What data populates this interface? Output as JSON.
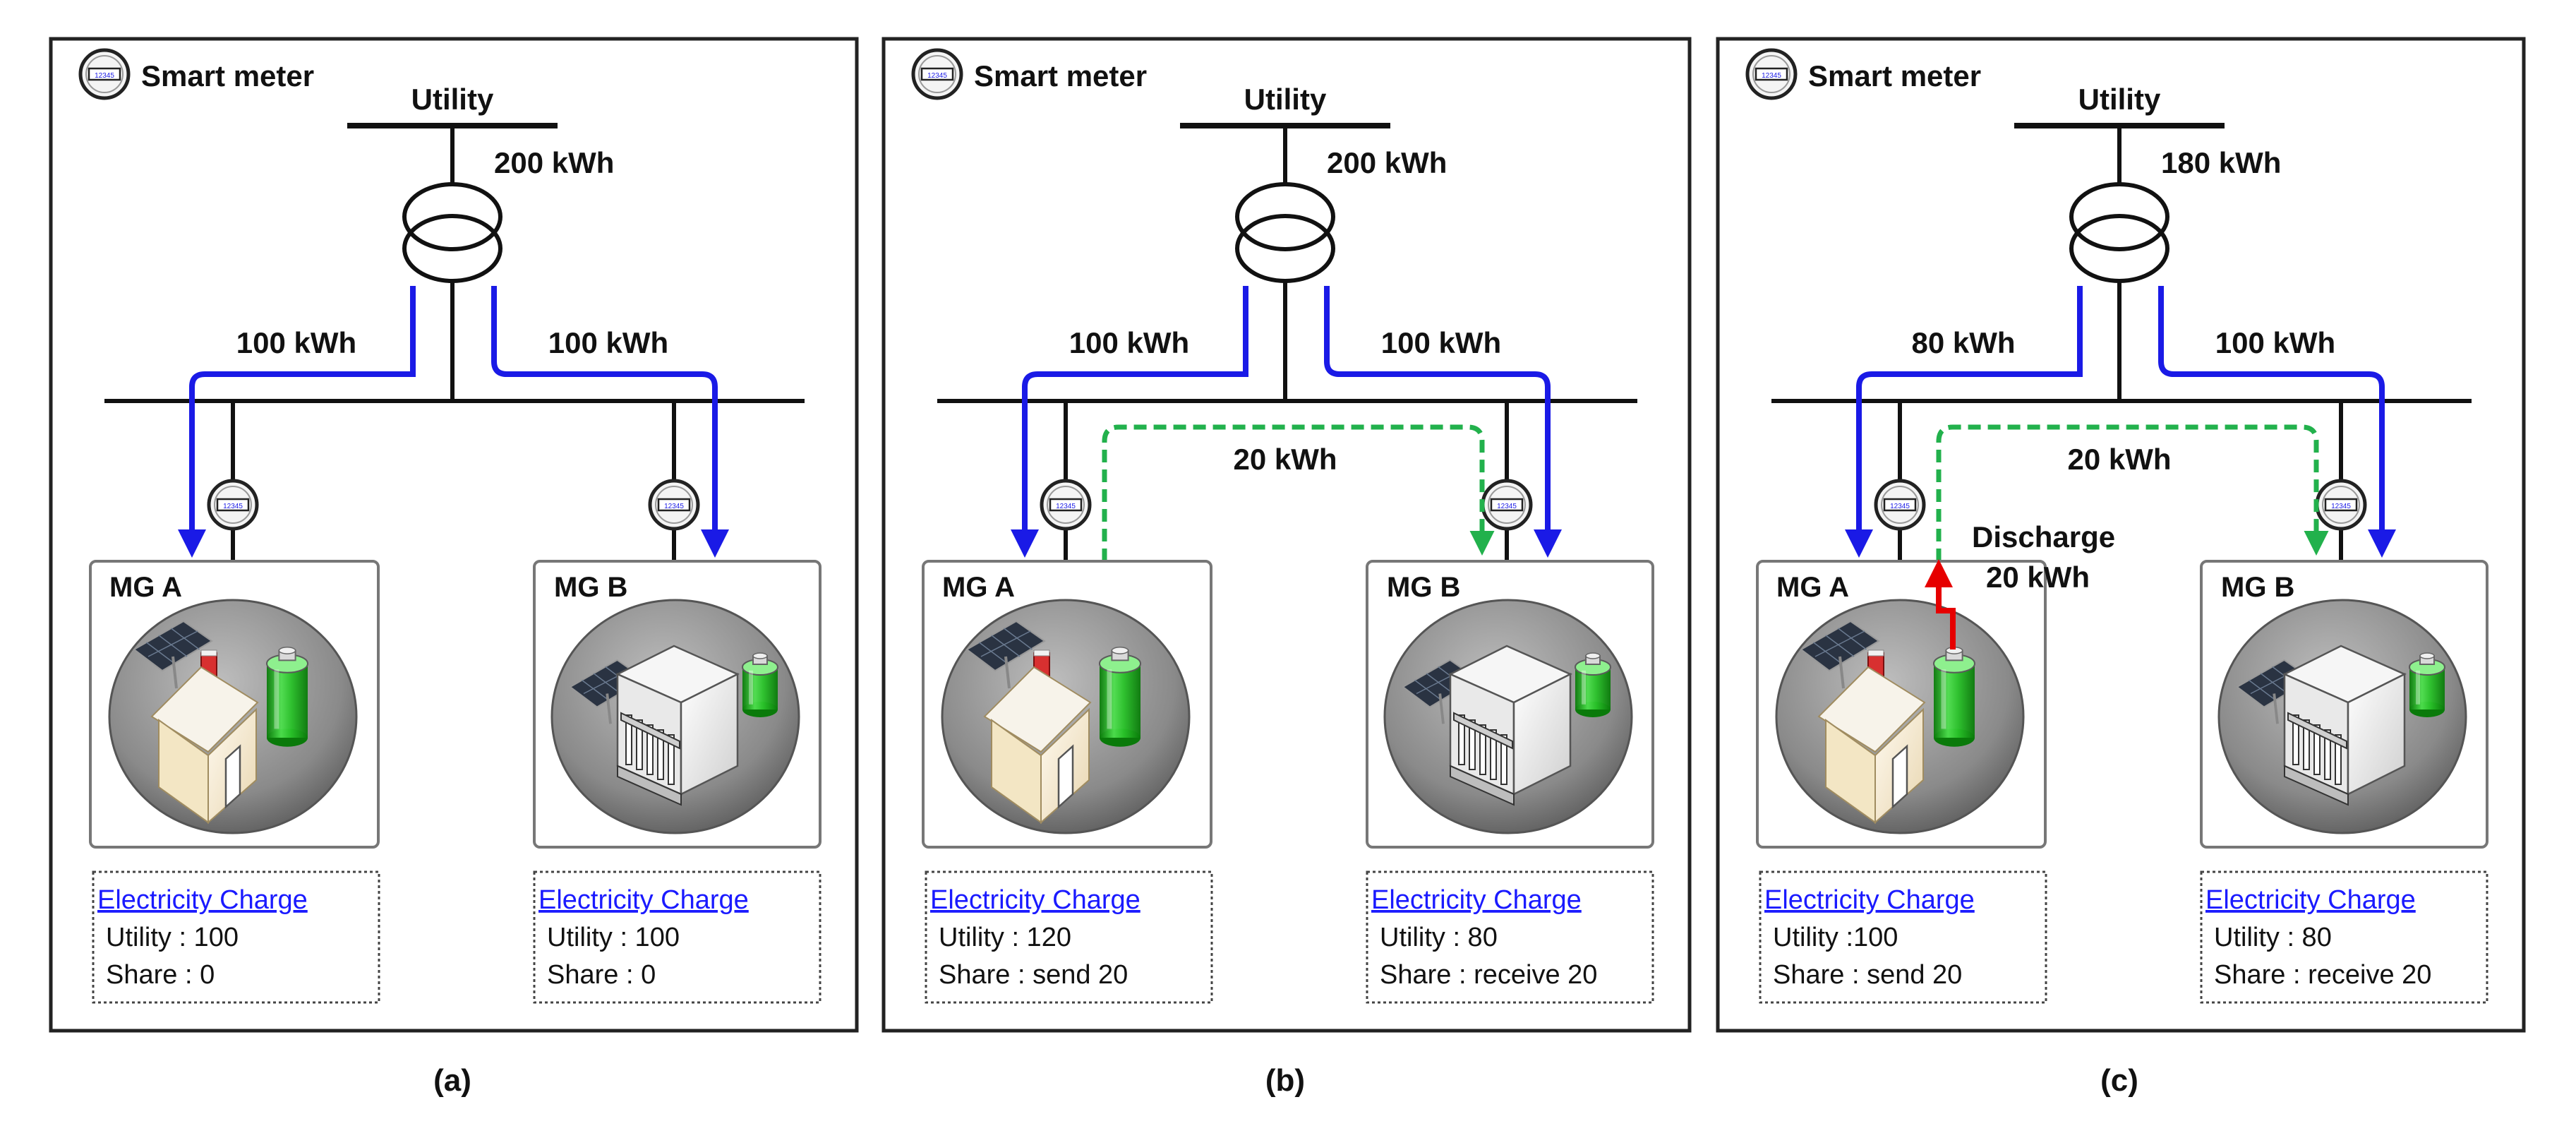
{
  "legend_label": "Smart meter",
  "meter_glyph": "12345",
  "panels": [
    {
      "caption": "(a)",
      "utility": "Utility",
      "utility_energy": "200 kWh",
      "left_energy": "100 kWh",
      "right_energy": "100 kWh",
      "share_energy": "",
      "discharge": "",
      "discharge_energy": "",
      "mg_a": {
        "name": "MG A",
        "charge_title": "Electricity Charge",
        "utility_line": "Utility : 100",
        "share_line": "Share : 0"
      },
      "mg_b": {
        "name": "MG B",
        "charge_title": "Electricity Charge",
        "utility_line": "Utility : 100",
        "share_line": "Share : 0"
      }
    },
    {
      "caption": "(b)",
      "utility": "Utility",
      "utility_energy": "200 kWh",
      "left_energy": "100 kWh",
      "right_energy": "100 kWh",
      "share_energy": "20 kWh",
      "discharge": "",
      "discharge_energy": "",
      "mg_a": {
        "name": "MG A",
        "charge_title": "Electricity Charge",
        "utility_line": "Utility : 120",
        "share_line": "Share : send 20"
      },
      "mg_b": {
        "name": "MG B",
        "charge_title": "Electricity Charge",
        "utility_line": "Utility : 80",
        "share_line": "Share : receive  20"
      }
    },
    {
      "caption": "(c)",
      "utility": "Utility",
      "utility_energy": "180 kWh",
      "left_energy": "80 kWh",
      "right_energy": "100 kWh",
      "share_energy": "20 kWh",
      "discharge": "Discharge",
      "discharge_energy": "20 kWh",
      "mg_a": {
        "name": "MG A",
        "charge_title": "Electricity Charge",
        "utility_line": "Utility :100",
        "share_line": "Share : send 20"
      },
      "mg_b": {
        "name": "MG B",
        "charge_title": "Electricity Charge",
        "utility_line": "Utility : 80",
        "share_line": "Share : receive 20"
      }
    }
  ],
  "colors": {
    "utility_flow": "#1a1ae6",
    "share_flow": "#22b14c",
    "discharge_flow": "#e60000",
    "frame": "#222222",
    "box_border": "#777777"
  }
}
